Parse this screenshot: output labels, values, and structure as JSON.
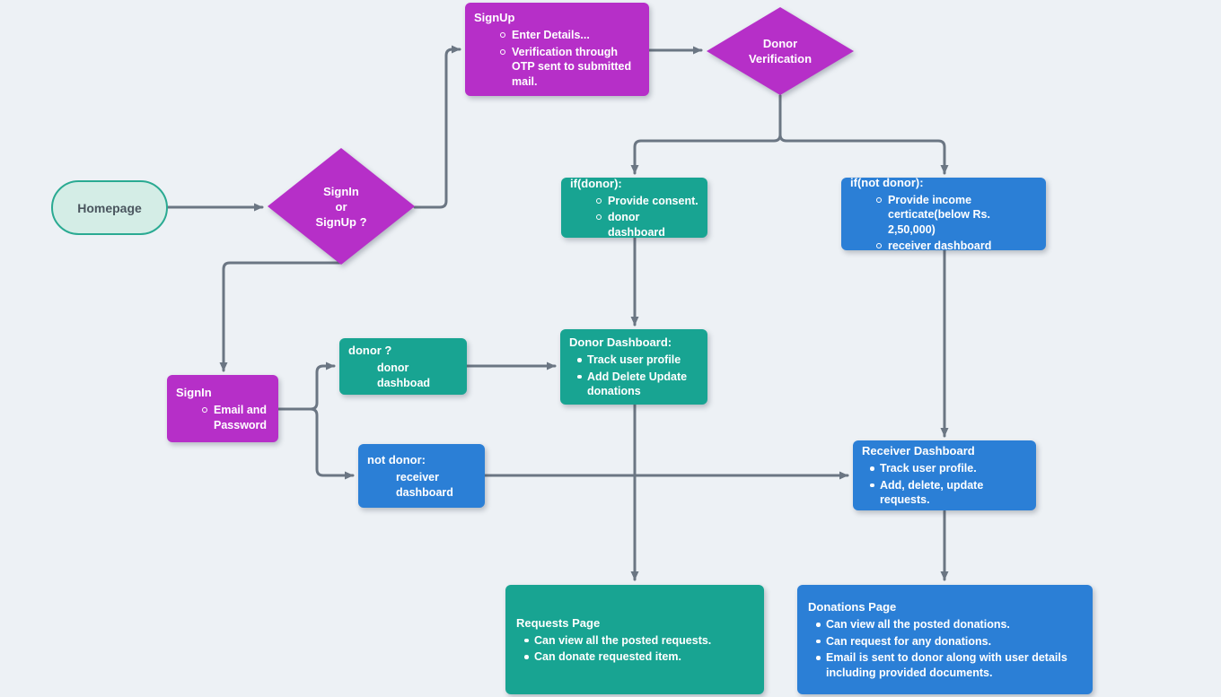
{
  "palette": {
    "bg": "#edf1f5",
    "magenta": "#b62fc8",
    "teal": "#18a492",
    "blue": "#2b7fd6",
    "arrow": "#6b7683",
    "pill_fill": "#d4ede6",
    "pill_border": "#2aaa92",
    "pill_text": "#4a555e",
    "text_on_color": "#ffffff"
  },
  "diagram_type": "flowchart",
  "nodes": {
    "homepage": {
      "label": "Homepage"
    },
    "signin_or_signup": {
      "line1": "SignIn",
      "line2": "or",
      "line3": "SignUp ?"
    },
    "signup": {
      "title": "SignUp",
      "bullets": [
        "Enter Details...",
        "Verification through OTP sent to submitted mail."
      ]
    },
    "donor_verification": {
      "line1": "Donor",
      "line2": "Verification"
    },
    "if_donor": {
      "title": "if(donor):",
      "bullets": [
        "Provide consent.",
        "donor dashboard"
      ]
    },
    "if_not_donor": {
      "title": "if(not donor):",
      "bullets": [
        "Provide income certicate(below Rs. 2,50,000)",
        "receiver dashboard"
      ]
    },
    "signin": {
      "title": "SignIn",
      "bullets": [
        "Email and Password"
      ]
    },
    "donor_question": {
      "title": "donor ?",
      "subline": "donor dashboad"
    },
    "not_donor": {
      "title": "not donor:",
      "subline": "receiver dashboard"
    },
    "donor_dashboard": {
      "title": "Donor Dashboard:",
      "bullets": [
        "Track user profile",
        "Add Delete Update donations"
      ]
    },
    "receiver_dashboard": {
      "title": "Receiver Dashboard",
      "bullets": [
        "Track user profile.",
        "Add, delete, update requests."
      ]
    },
    "requests_page": {
      "title": "Requests Page",
      "bullets": [
        "Can view all the posted requests.",
        "Can donate requested item."
      ]
    },
    "donations_page": {
      "title": "Donations Page",
      "bullets": [
        "Can view all the posted donations.",
        "Can request for any donations.",
        "Email is sent to donor along with user details including provided documents."
      ]
    }
  }
}
